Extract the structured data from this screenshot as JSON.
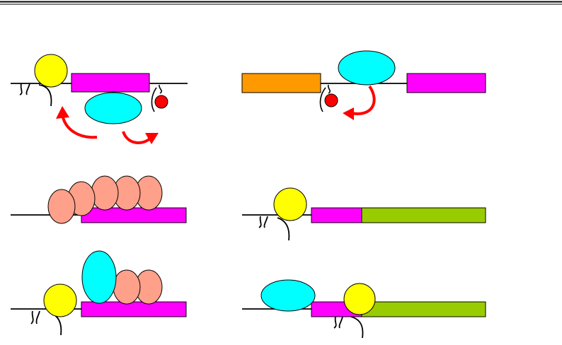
{
  "colors": {
    "yellow": "#ffff00",
    "magenta": "#ff00ff",
    "cyan": "#00ffff",
    "red": "#ff0000",
    "orange": "#ff9900",
    "salmon": "#ffa08a",
    "green": "#99cc00",
    "line": "#000000"
  },
  "panels": [
    {
      "name": "panel-top-left"
    },
    {
      "name": "panel-top-right"
    },
    {
      "name": "panel-middle-left"
    },
    {
      "name": "panel-middle-right"
    },
    {
      "name": "panel-bottom-left"
    },
    {
      "name": "panel-bottom-right"
    }
  ]
}
